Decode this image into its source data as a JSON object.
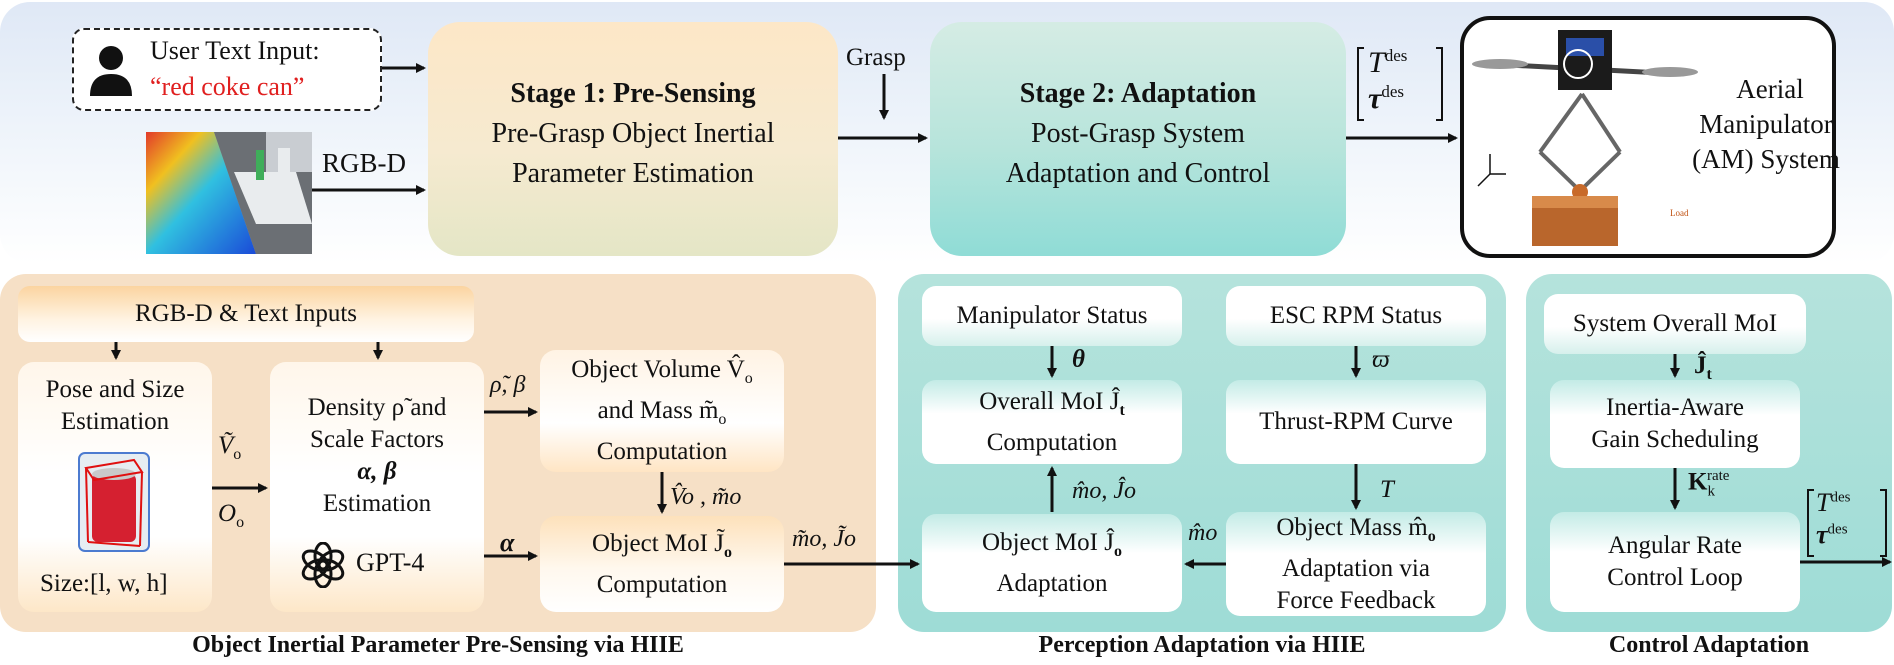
{
  "top": {
    "user_input_label": "User Text Input:",
    "user_input_value": "“red coke can”",
    "rgbd_label": "RGB-D",
    "grasp_label": "Grasp",
    "stage1_title": "Stage 1: Pre-Sensing",
    "stage1_line1": "Pre-Grasp Object Inertial",
    "stage1_line2": "Parameter Estimation",
    "stage2_title": "Stage 2: Adaptation",
    "stage2_line1": "Post-Grasp System",
    "stage2_line2": "Adaptation and Control",
    "cmd_T": "T",
    "cmd_tau": "τ",
    "cmd_sup": "des",
    "am_line1": "Aerial",
    "am_line2": "Manipulator",
    "am_line3": "(AM) System",
    "photo_load": "Load"
  },
  "panel1": {
    "caption": "Object Inertial Parameter Pre-Sensing via HIIE",
    "inputs_label": "RGB-D & Text Inputs",
    "pose_line1": "Pose and Size",
    "pose_line2": "Estimation",
    "size_label": "Size:[l, w, h]",
    "v_label": "Ṽ",
    "v_sub": "o",
    "o_label": "O",
    "o_sub": "o",
    "density_line1": "Density ρ̃ and",
    "density_line2": "Scale Factors",
    "density_line3": "α, β",
    "density_line4": "Estimation",
    "gpt_label": "GPT-4",
    "rho_beta_label": "ρ̃, β",
    "alpha_label": "α",
    "volume_line1": "Object Volume V̂",
    "volume_sub": "o",
    "volume_line2": "and Mass m̃",
    "volume_line3": "Computation",
    "vm_label": "V̂o , m̃o",
    "moi_line1": "Object MoI J̃",
    "moi_sub": "o",
    "moi_line2": "Computation",
    "out_label": "m̃o, J̃o"
  },
  "panel2": {
    "caption": "Perception Adaptation via HIIE",
    "manip_status": "Manipulator Status",
    "theta_label": "θ",
    "overall_line1": "Overall MoI Ĵ",
    "overall_sub": "t",
    "overall_line2": "Computation",
    "mj_label": "m̂o, Ĵo",
    "moi_adapt_line1": "Object MoI Ĵ",
    "moi_adapt_sub": "o",
    "moi_adapt_line2": "Adaptation",
    "esc_status": "ESC RPM Status",
    "varpi_label": "ϖ",
    "thrust_rpm": "Thrust-RPM Curve",
    "t_label": "T",
    "mass_line1": "Object Mass m̂",
    "mass_sub": "o",
    "mass_line2": "Adaptation via",
    "mass_line3": "Force Feedback",
    "m_hat_label": "m̂o"
  },
  "panel3": {
    "caption": "Control Adaptation",
    "overall_moi": "System Overall MoI",
    "jt_label": "Ĵ",
    "jt_sub": "t",
    "gain_line1": "Inertia-Aware",
    "gain_line2": "Gain Scheduling",
    "k_label": "K",
    "k_sub": "k",
    "k_sup": "rate",
    "rate_line1": "Angular Rate",
    "rate_line2": "Control Loop",
    "out_T": "T",
    "out_tau": "τ",
    "out_sup": "des"
  },
  "colors": {
    "user_value": "#e02020",
    "orange_panel": "#f6e0c6",
    "teal_panel": "#9edcd6"
  },
  "icons": [
    "user-icon",
    "openai-logo-icon",
    "rgbd-image-icon",
    "coke-can-box-icon",
    "aerial-manipulator-photo-icon"
  ]
}
